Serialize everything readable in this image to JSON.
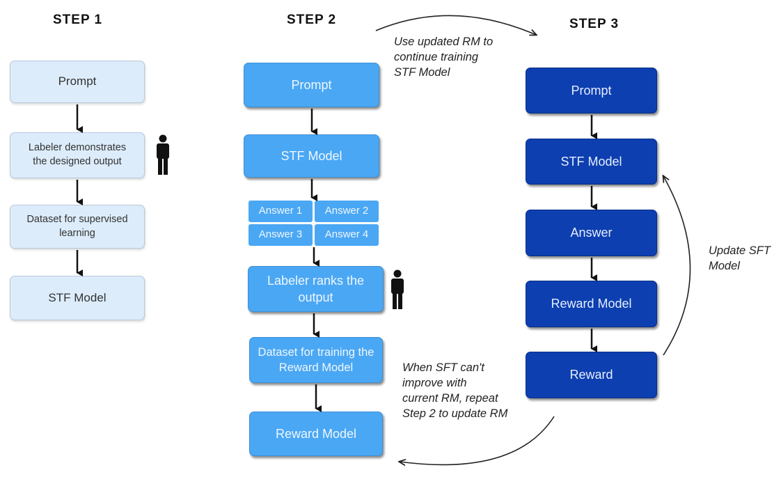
{
  "step1": {
    "title": "STEP 1",
    "boxes": {
      "prompt": "Prompt",
      "labeler": "Labeler demonstrates the designed output",
      "dataset": "Dataset for supervised learning",
      "model": "STF Model"
    }
  },
  "step2": {
    "title": "STEP 2",
    "boxes": {
      "prompt": "Prompt",
      "model": "STF Model",
      "answers": [
        "Answer 1",
        "Answer 2",
        "Answer 3",
        "Answer 4"
      ],
      "labeler": "Labeler ranks the output",
      "dataset": "Dataset for training the Reward Model",
      "reward_model": "Reward Model"
    }
  },
  "step3": {
    "title": "STEP 3",
    "boxes": {
      "prompt": "Prompt",
      "model": "STF Model",
      "answer": "Answer",
      "reward_model": "Reward Model",
      "reward": "Reward"
    }
  },
  "notes": {
    "top": "Use updated RM to\ncontinue training\nSTF Model",
    "right": "Update SFT\nModel",
    "bottom": "When SFT can't\nimprove with\ncurrent RM, repeat\nStep 2 to update RM"
  },
  "icons": {
    "person": "person-icon"
  },
  "colors": {
    "step1_fill": "#dcecfb",
    "step2_fill": "#4aa7f4",
    "step3_fill": "#0d3fb0"
  }
}
